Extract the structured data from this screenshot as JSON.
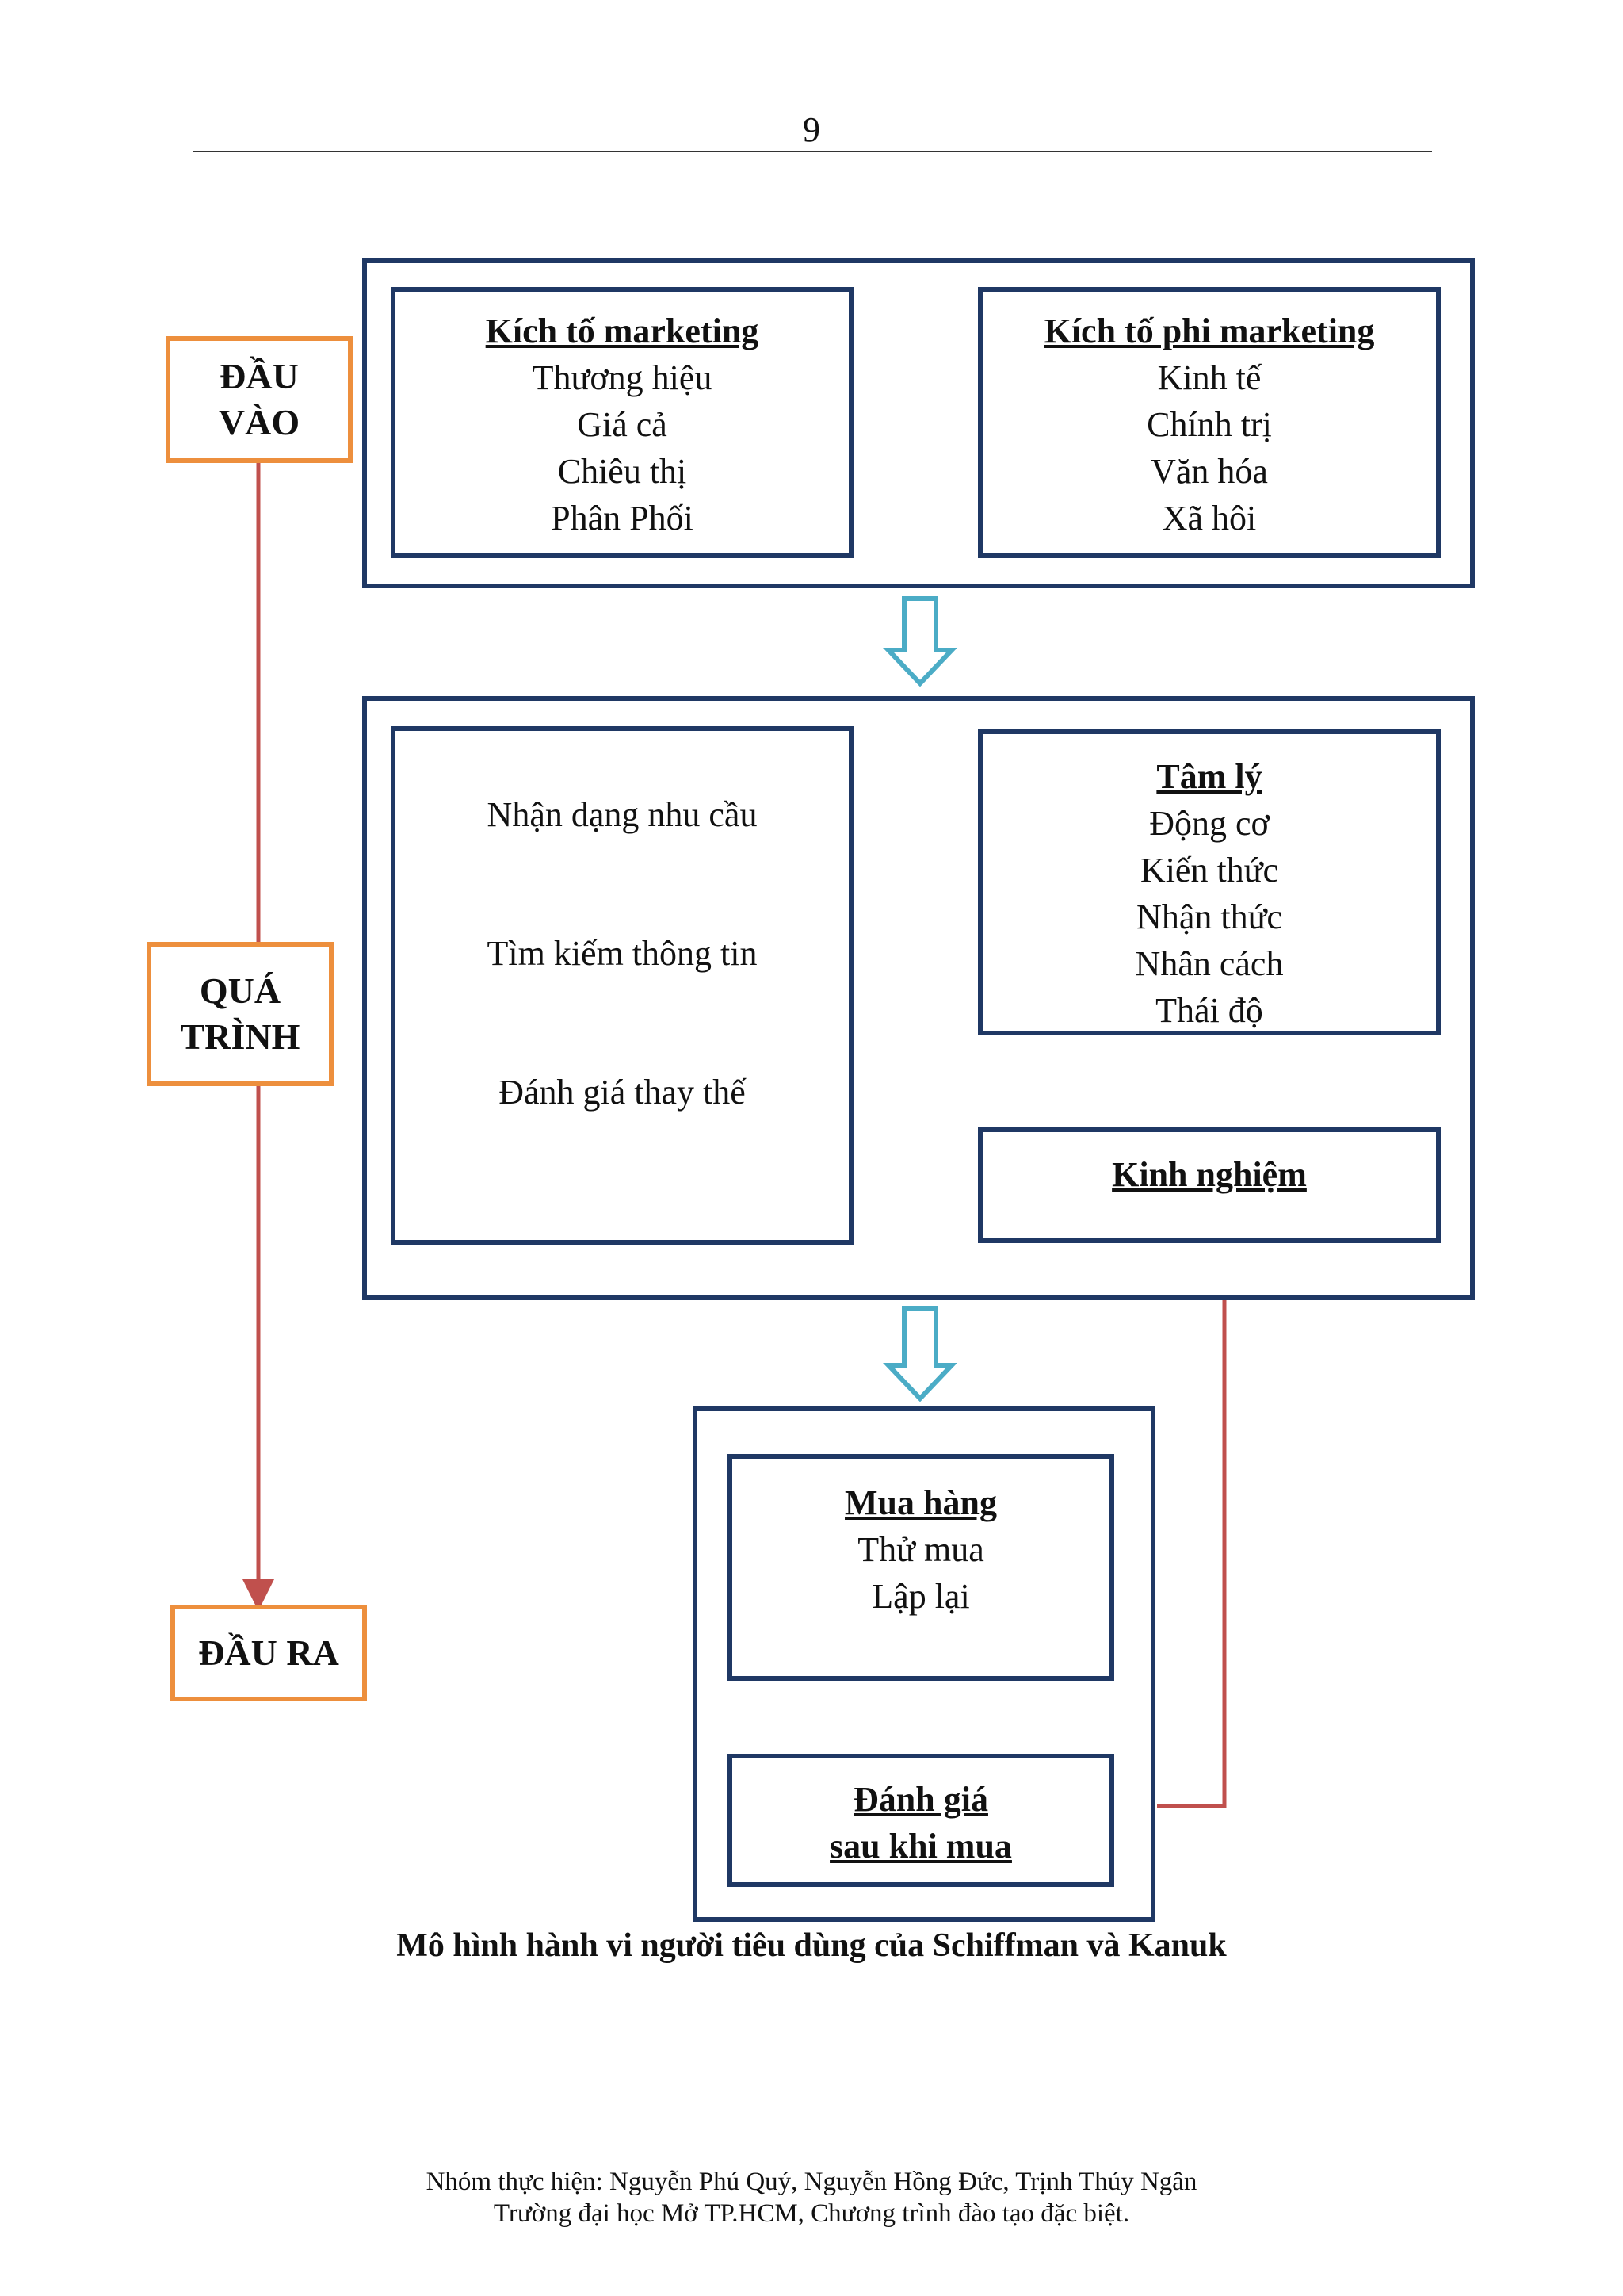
{
  "page_number": "9",
  "side_labels": {
    "input": [
      "ĐẦU",
      "VÀO"
    ],
    "process": [
      "QUÁ",
      "TRÌNH"
    ],
    "output": "ĐẦU RA"
  },
  "marketing": {
    "title": "Kích tố marketing",
    "items": [
      "Thương hiệu",
      "Giá cả",
      "Chiêu thị",
      "Phân Phối"
    ]
  },
  "non_marketing": {
    "title": "Kích tố phi marketing",
    "items": [
      "Kinh tế",
      "Chính trị",
      "Văn hóa",
      "Xã hôi"
    ]
  },
  "decision_steps": [
    "Nhận dạng nhu cầu",
    "Tìm kiếm thông tin",
    "Đánh giá thay thế"
  ],
  "psychology": {
    "title": "Tâm lý",
    "items": [
      "Động cơ",
      "Kiến thức",
      "Nhận thức",
      "Nhân cách",
      "Thái độ"
    ]
  },
  "experience": {
    "title": "Kinh nghiệm"
  },
  "purchase": {
    "title": "Mua hàng",
    "items": [
      "Thử mua",
      "Lập lại"
    ]
  },
  "post_purchase": {
    "title": [
      "Đánh giá",
      "sau khi mua"
    ]
  },
  "caption": "Mô hình hành vi người tiêu dùng của Schiffman và Kanuk",
  "footer": {
    "line1": "Nhóm thực hiện: Nguyễn Phú Quý, Nguyễn Hồng Đức, Trịnh Thúy Ngân",
    "line2": "Trường đại học Mở TP.HCM, Chương trình đào tạo đặc biệt."
  },
  "colors": {
    "box_border": "#1f3864",
    "side_border": "#ed8f3d",
    "red_arrow": "#c0504d",
    "teal_arrow": "#4bacc6"
  }
}
